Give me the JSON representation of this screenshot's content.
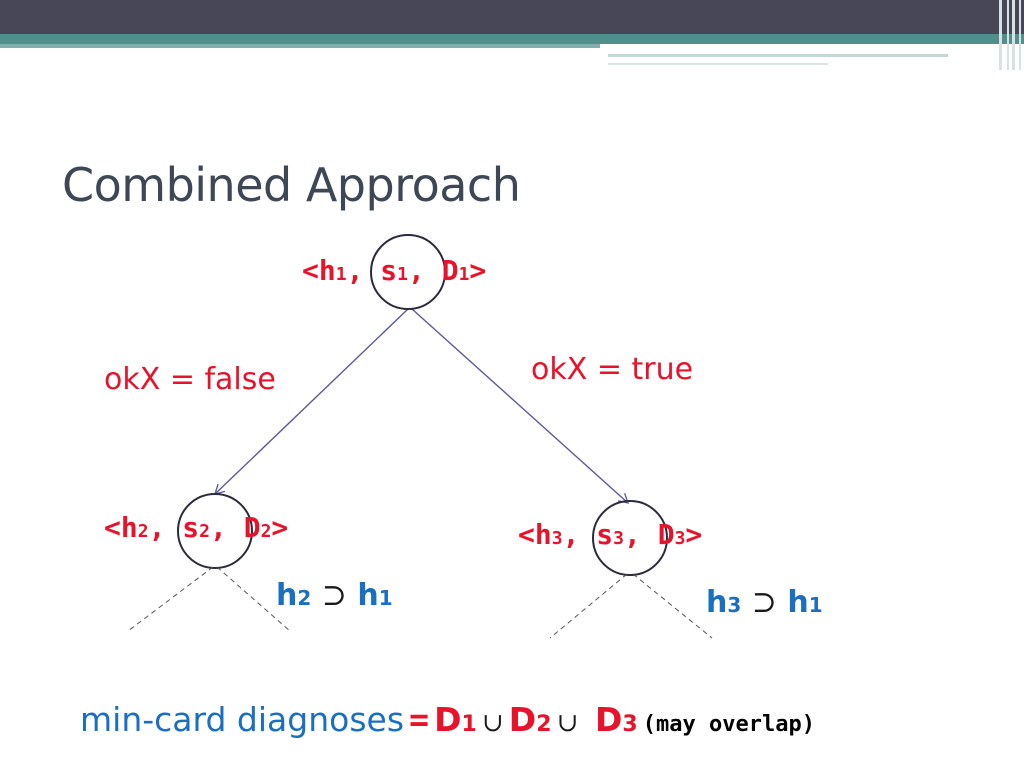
{
  "slide": {
    "title": "Combined Approach"
  },
  "tree": {
    "root": {
      "open": "<h",
      "sub1": "1",
      "comma1": ",",
      "s": "s",
      "sub2": "1",
      "comma2": ",",
      "d": "D",
      "sub3": "1",
      "close": ">"
    },
    "left": {
      "open": "<h",
      "sub1": "2",
      "comma1": ",",
      "s": "s",
      "sub2": "2",
      "comma2": ",",
      "d": "D",
      "sub3": "2",
      "close": ">"
    },
    "right": {
      "open": "<h",
      "sub1": "3",
      "comma1": ",",
      "s": "s",
      "sub2": "3",
      "comma2": ",",
      "d": "D",
      "sub3": "3",
      "close": ">"
    },
    "left_edge_label": "okX = false",
    "right_edge_label": "okX = true",
    "left_relation": {
      "a": "h",
      "a_sub": "2",
      "sym": "⊃",
      "b": "h",
      "b_sub": "1"
    },
    "right_relation": {
      "a": "h",
      "a_sub": "3",
      "sym": "⊃",
      "b": "h",
      "b_sub": "1"
    }
  },
  "formula": {
    "lead": "min-card diagnoses",
    "eq": "=",
    "d1": "D",
    "d1_sub": "1",
    "cup1": "∪",
    "d2": "D",
    "d2_sub": "2",
    "cup2": "∪",
    "d3": "D",
    "d3_sub": "3",
    "note": "(may overlap)"
  },
  "colors": {
    "accent_red": "#e8122a",
    "accent_blue": "#1a6fc0",
    "title_gray": "#3e4756",
    "header_dark": "#474757",
    "header_teal": "#4f8f8c"
  }
}
